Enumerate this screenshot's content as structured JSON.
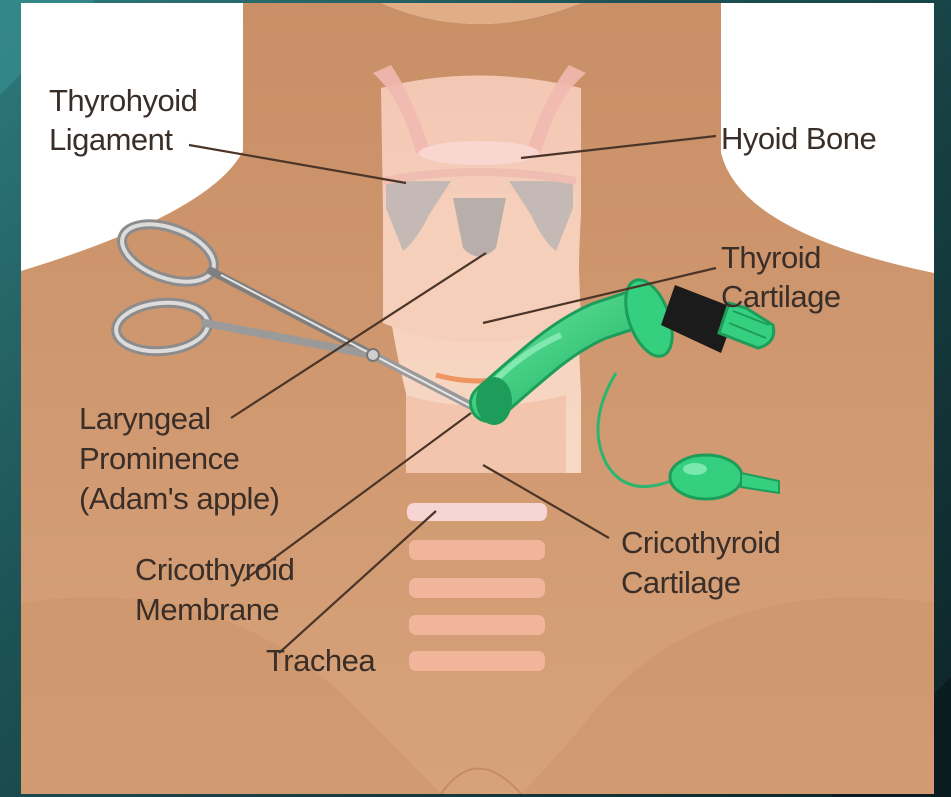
{
  "labels": {
    "thyrohyoid_ligament": [
      "Thyrohyoid",
      "Ligament"
    ],
    "hyoid_bone": "Hyoid Bone",
    "thyroid_cartilage": [
      "Thyroid",
      "Cartilage"
    ],
    "laryngeal_prominence": [
      "Laryngeal",
      "Prominence",
      "(Adam's apple)"
    ],
    "cricothyroid_membrane": [
      "Cricothyroid",
      "Membrane"
    ],
    "cricothyroid_cartilage": [
      "Cricothyroid",
      "Cartilage"
    ],
    "trachea": "Trachea"
  },
  "colors": {
    "skin": "#cf9a72",
    "skin_dark": "#b9815b",
    "larynx": "#f6d3bf",
    "cartilage_grey": "#c4b9b4",
    "tube_green": "#35d07f",
    "tube_dark": "#1e9c5a",
    "trachea_ring": "#f0b59b",
    "leader_line": "#4a3528",
    "text": "#3a2e28"
  },
  "icons": {
    "scissors": "scissors-icon",
    "tube": "tracheostomy-tube-icon",
    "cuff_balloon": "pilot-balloon-icon"
  }
}
